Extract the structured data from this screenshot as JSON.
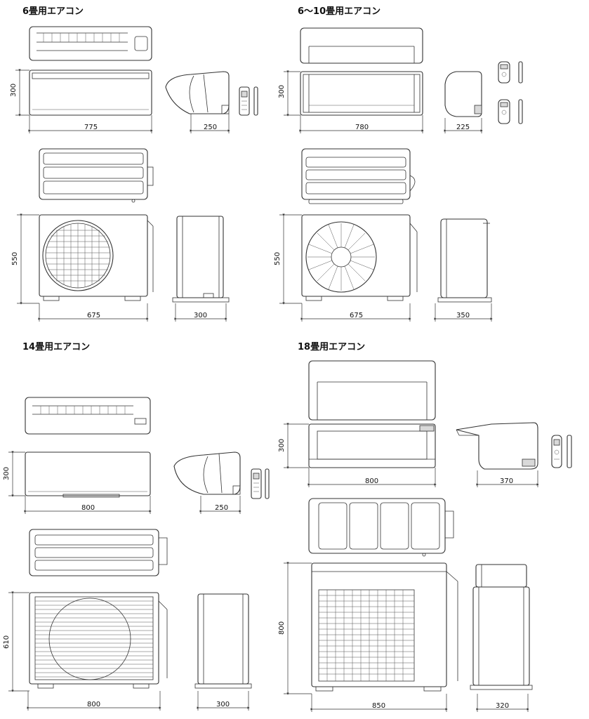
{
  "sections": [
    {
      "title": "6畳用エアコン",
      "indoor": {
        "width": "775",
        "height": "300",
        "depth": "250"
      },
      "outdoor": {
        "width": "675",
        "height": "550",
        "depth": "300"
      }
    },
    {
      "title": "6～10畳用エアコン",
      "indoor": {
        "width": "780",
        "height": "300",
        "depth": "225"
      },
      "outdoor": {
        "width": "675",
        "height": "550",
        "depth": "350"
      }
    },
    {
      "title": "14畳用エアコン",
      "indoor": {
        "width": "800",
        "height": "300",
        "depth": "250"
      },
      "outdoor": {
        "width": "800",
        "height": "610",
        "depth": "300"
      }
    },
    {
      "title": "18畳用エアコン",
      "indoor": {
        "width": "800",
        "height": "300",
        "depth": "370"
      },
      "outdoor": {
        "width": "850",
        "height": "800",
        "depth": "320"
      }
    }
  ],
  "icons": [
    "remote-control-icon",
    "fan-grille-icon"
  ]
}
